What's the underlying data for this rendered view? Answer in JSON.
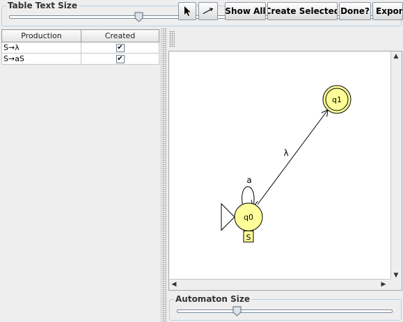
{
  "table_text_size": {
    "title": "Table Text Size",
    "slider_value_fraction": 0.34
  },
  "grammar": {
    "columns": [
      "Production",
      "Created"
    ],
    "rows": [
      {
        "production": "S→λ",
        "created": true,
        "mark": "✔"
      },
      {
        "production": "S→aS",
        "created": true,
        "mark": "✔"
      }
    ]
  },
  "toolbar": {
    "select_tool": "pointer-icon",
    "edge_tool": "arrow-edge-icon",
    "show_all": "Show All",
    "create_selected": "Create Selected",
    "done": "Done?",
    "export": "Export"
  },
  "automaton": {
    "states": [
      {
        "id": "q0",
        "label": "q0",
        "initial": true,
        "final": false,
        "stack_label": "S"
      },
      {
        "id": "q1",
        "label": "q1",
        "initial": false,
        "final": true
      }
    ],
    "transitions": [
      {
        "from": "q0",
        "to": "q0",
        "label": "a"
      },
      {
        "from": "q0",
        "to": "q1",
        "label": "λ"
      }
    ],
    "state_color": "#ffff99"
  },
  "automaton_size": {
    "title": "Automaton Size",
    "slider_value_fraction": 0.28
  }
}
